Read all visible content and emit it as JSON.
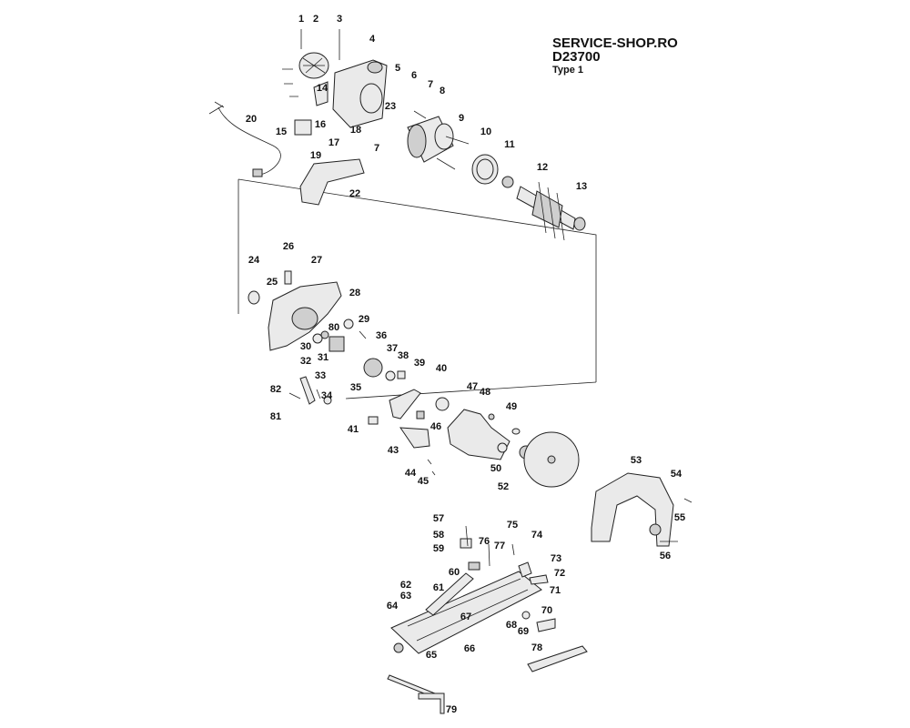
{
  "header": {
    "site": "SERVICE-SHOP.RO",
    "model": "D23700",
    "type": "Type 1"
  },
  "callouts": [
    "1",
    "2",
    "3",
    "4",
    "5",
    "6",
    "7",
    "8",
    "9",
    "10",
    "11",
    "12",
    "13",
    "14",
    "15",
    "16",
    "17",
    "18",
    "19",
    "20",
    "22",
    "23",
    "7",
    "24",
    "25",
    "26",
    "27",
    "28",
    "29",
    "30",
    "80",
    "31",
    "36",
    "37",
    "38",
    "39",
    "40",
    "32",
    "33",
    "82",
    "34",
    "35",
    "47",
    "48",
    "49",
    "81",
    "41",
    "46",
    "43",
    "50",
    "52",
    "44",
    "45",
    "53",
    "54",
    "55",
    "56",
    "57",
    "58",
    "59",
    "75",
    "74",
    "76",
    "77",
    "60",
    "73",
    "72",
    "61",
    "62",
    "71",
    "63",
    "64",
    "70",
    "67",
    "68",
    "69",
    "65",
    "66",
    "78",
    "79"
  ]
}
